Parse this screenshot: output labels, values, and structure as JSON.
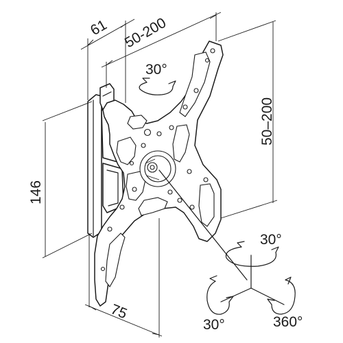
{
  "dimensions": {
    "depth": "61",
    "horizontal_pattern": "50-200",
    "vertical_pattern": "50–200",
    "height": "146",
    "arm_length": "75"
  },
  "angles": {
    "swivel": "30°",
    "tilt_top": "30°",
    "tilt_bottom": "30°",
    "rotation": "360°"
  }
}
